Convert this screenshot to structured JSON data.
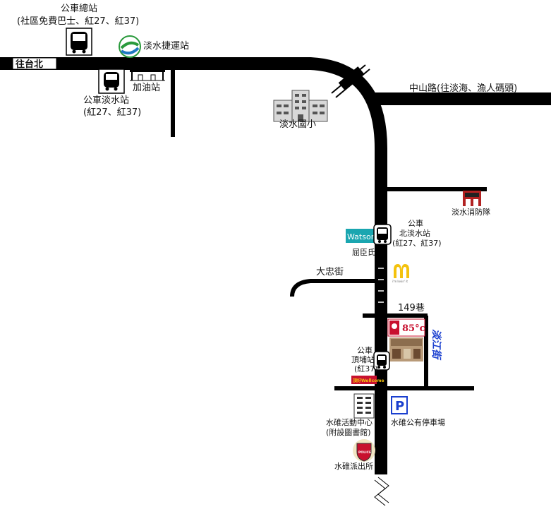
{
  "labels": {
    "bus_terminal_title": "公車總站",
    "bus_terminal_routes": "(社區免費巴士、紅27、紅37)",
    "mrt_station": "淡水捷運站",
    "to_taipei": "往台北",
    "gas_station": "加油站",
    "bus_tamsui_title": "公車淡水站",
    "bus_tamsui_routes": "(紅27、紅37)",
    "zhongshan_road": "中山路(往淡海、漁人碼頭)",
    "tamsui_elementary": "淡水國小",
    "fire_station": "淡水消防隊",
    "bus_beitamsui_title": "公車",
    "bus_beitamsui_name": "北淡水站",
    "bus_beitamsui_routes": "(紅27、紅37)",
    "watsons_logo": "Watsons",
    "watsons_name": "屈臣氏",
    "dazhong_street": "大忠街",
    "mcd_small": "i'm lovin' it",
    "lane_149": "149巷",
    "cafe_85": "85°c",
    "bus_dingpu_title": "公車",
    "bus_dingpu_name": "頂埔站",
    "bus_dingpu_routes": "(紅37)",
    "tamkang_street": "淡江街",
    "store_sign": "頂好Wellcome",
    "activity_center": "水碓活動中心",
    "activity_center_sub": "(附設圖書館)",
    "parking": "水碓公有停車場",
    "parking_icon": "P",
    "police_badge": "POLICE",
    "police_station": "水碓派出所"
  },
  "colors": {
    "road": "#000000",
    "mrt_logo": "#2a9a3c",
    "watsons": "#1aa6b0",
    "mcd": "#f4c20d",
    "kfc": "#c8102e",
    "parking": "#1a3fcf",
    "fire_station": "#b22222"
  },
  "icons": [
    "bus-icon",
    "mrt-logo-icon",
    "gas-station-icon",
    "school-icon",
    "fire-station-icon",
    "watsons-logo-icon",
    "mcdonalds-icon",
    "kfc-85-icon",
    "parking-icon",
    "building-icon",
    "police-badge-icon",
    "road-break-icon"
  ]
}
